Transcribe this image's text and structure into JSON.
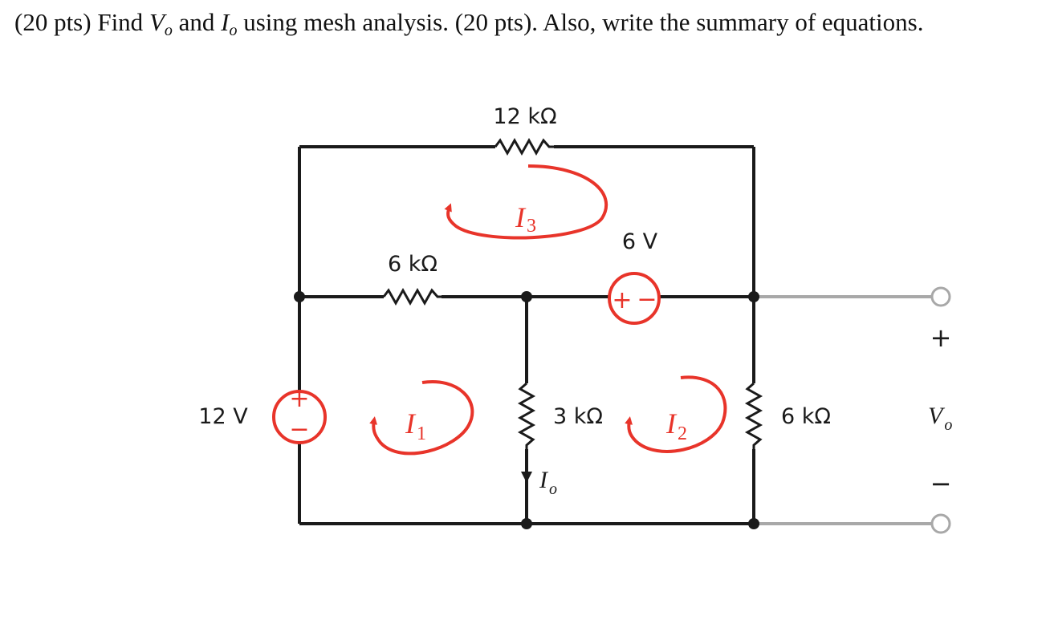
{
  "question": {
    "part1": "(20 pts) Find ",
    "var_v": "V",
    "sub_v": "o",
    "mid": " and ",
    "var_i": "I",
    "sub_i": "o",
    "part2": " using mesh analysis. (20 pts). Also, write the summary of equations."
  },
  "circuit": {
    "r_top": "12 kΩ",
    "r_mid_left": "6 kΩ",
    "r_center": "3 kΩ",
    "r_right": "6 kΩ",
    "src_left": "12 V",
    "src_left_plus": "+",
    "src_left_minus": "−",
    "src_top": "6 V",
    "src_top_plus": "+",
    "src_top_minus": "−",
    "mesh1": "I",
    "mesh1_sub": "1",
    "mesh2": "I",
    "mesh2_sub": "2",
    "mesh3": "I",
    "mesh3_sub": "3",
    "io_label": "I",
    "io_sub": "o",
    "vo_label": "V",
    "vo_sub": "o",
    "vo_plus": "+",
    "vo_minus": "−"
  },
  "colors": {
    "mesh_red": "#e8342a",
    "wire": "#1a1a1a",
    "terminal_gray": "#a8a8a8"
  }
}
